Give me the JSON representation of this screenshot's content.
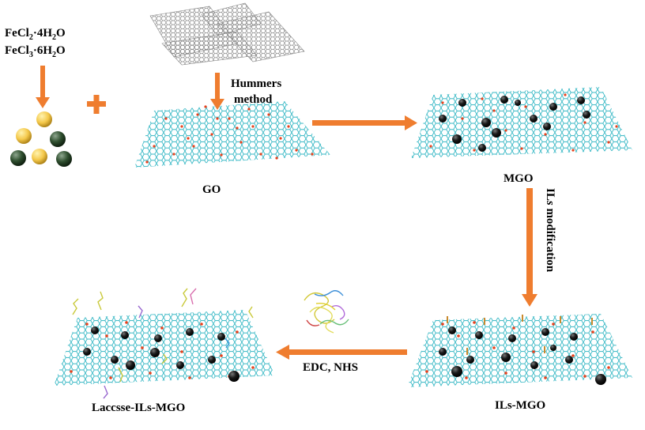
{
  "reagents": {
    "line1": {
      "main": "FeCl",
      "sub1": "2",
      "mid": "·4H",
      "sub2": "2",
      "tail": "O"
    },
    "line2": {
      "main": "FeCl",
      "sub1": "3",
      "mid": "·6H",
      "sub2": "2",
      "tail": "O"
    }
  },
  "steps": {
    "hummers_line1": "Hummers",
    "hummers_line2": "method",
    "ils_modification_pre": "IL",
    "ils_modification_ital": "s",
    "ils_modification_post": " modification",
    "coupling": "EDC, NHS"
  },
  "products": {
    "go": "GO",
    "mgo": "MGO",
    "ils_mgo": "ILs-MGO",
    "laccase_ils_mgo": "Laccsse-ILs-MGO"
  },
  "colors": {
    "arrow": "#ef7d2f",
    "sheet": "#35b7c4",
    "oxygen": "#e8401c",
    "nanoparticle": "#111111",
    "sphere_yellow": "#f4c84a",
    "sphere_green": "#2f4f2f"
  }
}
